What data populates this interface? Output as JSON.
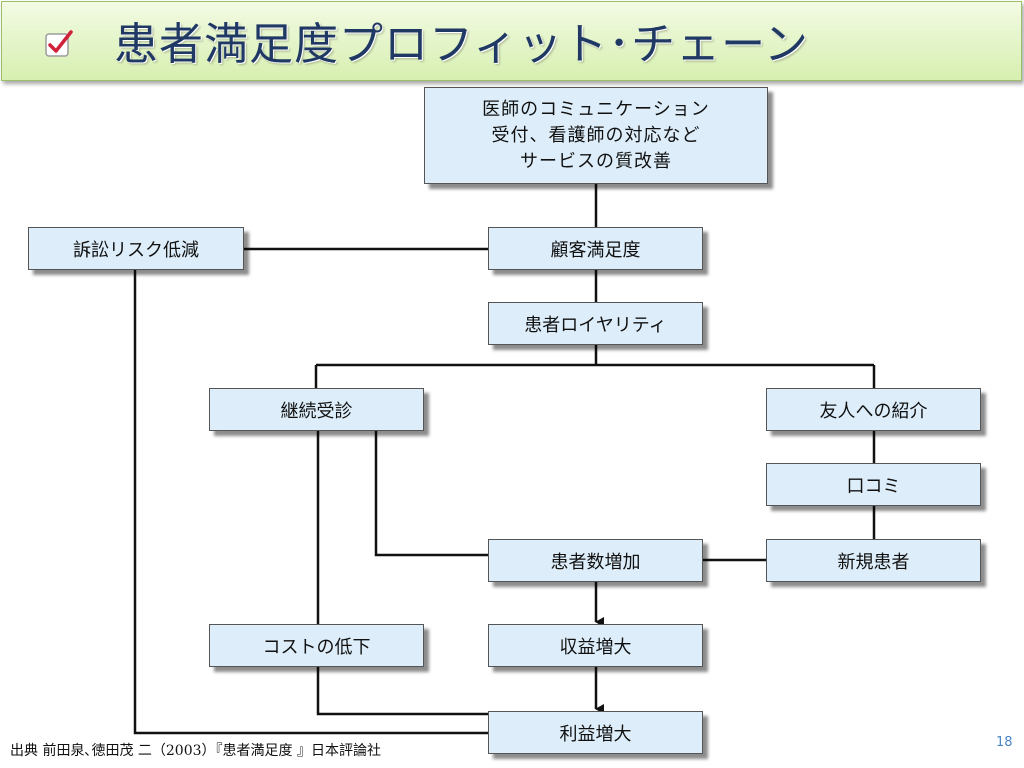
{
  "slide": {
    "title": "患者満足度プロフィット･チェーン",
    "page_number": "18",
    "source": "出典 前田泉､徳田茂 二（2003）『患者満足度 』日本評論社"
  },
  "diagram": {
    "top_box": "医師のコミュニケーション\n受付、看護師の対応など\nサービスの質改善",
    "satisfaction": "顧客満足度",
    "lawsuit": "訴訟リスク低減",
    "loyalty": "患者ロイヤリティ",
    "continued": "継続受診",
    "referral": "友人への紹介",
    "word_of_mouth": "口コミ",
    "new_patients": "新規患者",
    "patient_increase": "患者数増加",
    "cost_reduction": "コストの低下",
    "revenue_increase": "収益増大",
    "profit_increase": "利益増大"
  },
  "colors": {
    "box_fill": "#ddeefa",
    "title_text": "#1f3864",
    "title_bar_green": "#d7efb0",
    "check_mark": "#d0213a"
  }
}
